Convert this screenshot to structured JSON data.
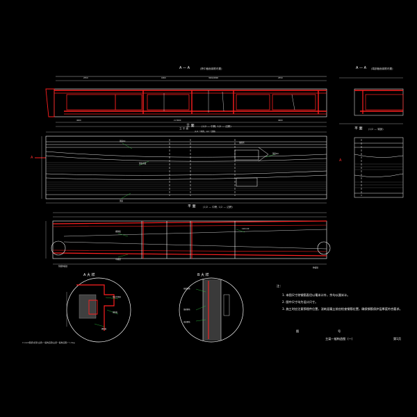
{
  "drawing": {
    "background": "#000000",
    "colors": {
      "outline": "#ff2020",
      "linework": "#ffffff",
      "dimension": "#bdbdbd",
      "leader": "#2ecc40",
      "hatch": "#6a6a6a"
    },
    "sections": {
      "section_aa_top": {
        "mark": "A — A",
        "note": "(跨中截面钢筋布置)"
      },
      "section_aa_small": {
        "mark": "A — A",
        "note": "(端部截面钢筋布置)"
      },
      "elevation": {
        "mark": "立 面",
        "note": "(1/2 — 中跨, 1/2 — 边跨)"
      },
      "plan": {
        "mark": "平 面",
        "note": "(1/2 — 中跨, 1/2 — 边跨)"
      },
      "plan_small": {
        "mark": "平 面",
        "note": "(1/2 — 端部)"
      },
      "detail_a": {
        "mark": "A 大 样"
      },
      "detail_b": {
        "mark": "B 大 样"
      }
    },
    "side_marks": {
      "left": "A",
      "right": "A"
    },
    "notes": {
      "heading": "注：",
      "items": [
        "1. 本图尺寸除钢筋直径以毫米计外，余均以厘米计。",
        "2. 图中尺寸均为设计尺寸。",
        "3. 施工时应注意预埋件位置，浇筑混凝土前应检查钢筋位置，确保钢筋保护层厚度符合要求。"
      ]
    },
    "title_block": {
      "left": "图",
      "mid": "号",
      "title": "主梁一般构造图（一）",
      "page": "第1页"
    },
    "file_path": "C:\\cad\\图纸\\桥梁\\主梁\\一般构造图\\主梁一般构造图(一).dwg"
  }
}
